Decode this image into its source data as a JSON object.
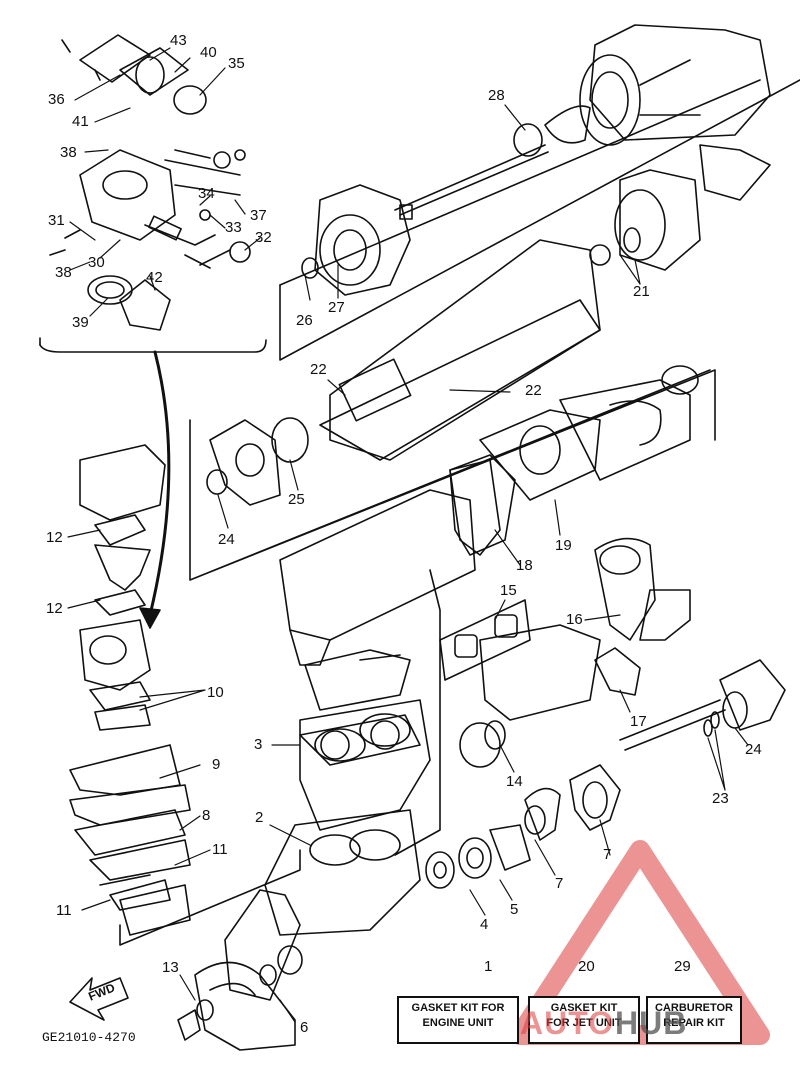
{
  "callouts": {
    "c43": "43",
    "c40": "40",
    "c35": "35",
    "c36": "36",
    "c41": "41",
    "c38a": "38",
    "c34": "34",
    "c37": "37",
    "c31": "31",
    "c33": "33",
    "c32": "32",
    "c38b": "38",
    "c30": "30",
    "c42": "42",
    "c39": "39",
    "c28": "28",
    "c21": "21",
    "c26": "26",
    "c27": "27",
    "c22a": "22",
    "c22b": "22",
    "c25": "25",
    "c24a": "24",
    "c12a": "12",
    "c12b": "12",
    "c18": "18",
    "c19": "19",
    "c15": "15",
    "c16": "16",
    "c10": "10",
    "c3": "3",
    "c9": "9",
    "c17": "17",
    "c14": "14",
    "c24b": "24",
    "c23": "23",
    "c8": "8",
    "c2": "2",
    "c11a": "11",
    "c11b": "11",
    "c7a": "7",
    "c7b": "7",
    "c4": "4",
    "c5": "5",
    "c13": "13",
    "c6": "6"
  },
  "kits": [
    {
      "number": "1",
      "line1": "GASKET KIT FOR",
      "line2": "ENGINE UNIT"
    },
    {
      "number": "20",
      "line1": "GASKET KIT",
      "line2": "FOR JET UNIT"
    },
    {
      "number": "29",
      "line1": "CARBURETOR",
      "line2": "REPAIR KIT"
    }
  ],
  "fwd_label": "FWD",
  "reference_code": "GE21010-4270",
  "watermark": {
    "prefix": "AUTO",
    "suffix": "HUB"
  },
  "colors": {
    "ink": "#111111",
    "watermark_red": "#dc3c3c"
  }
}
